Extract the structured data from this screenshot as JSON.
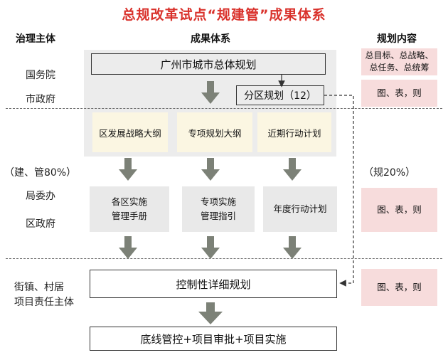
{
  "title": "总规改革试点“规建管”成果体系",
  "headers": {
    "governance": "治理主体",
    "results": "成果体系",
    "content": "规划内容"
  },
  "left_labels": {
    "state_council": "国务院",
    "city_government": "市政府",
    "build_manage": "（建、管80%）",
    "bureau": "局委办",
    "district_government": "区政府",
    "streets": "街镇、村居",
    "project_subject": "项目责任主体"
  },
  "boxes": {
    "master_plan": "广州市城市总体规划",
    "zoning_plan": "分区规划（12）",
    "district_strategy": "区发展战略大纲",
    "special_plan": "专项规划大纲",
    "near_term": "近期行动计划",
    "district_manual_l1": "各区实施",
    "district_manual_l2": "管理手册",
    "special_guide_l1": "专项实施",
    "special_guide_l2": "管理指引",
    "annual_plan": "年度行动计划",
    "detailed_control": "控制性详细规划",
    "bottom_line": "底线管控+项目审批+项目实施"
  },
  "right": {
    "goals_l1": "总目标、总战略、",
    "goals_l2": "总任务、总统筹",
    "chart_table_rule": "图、表，则",
    "plan_percent": "（规20%）"
  },
  "colors": {
    "title": "#d9312b",
    "arrow": "#7c8177",
    "band": "#ececec",
    "yellow_box": "#fbf6e2",
    "pink_box": "#f7dcdc"
  }
}
